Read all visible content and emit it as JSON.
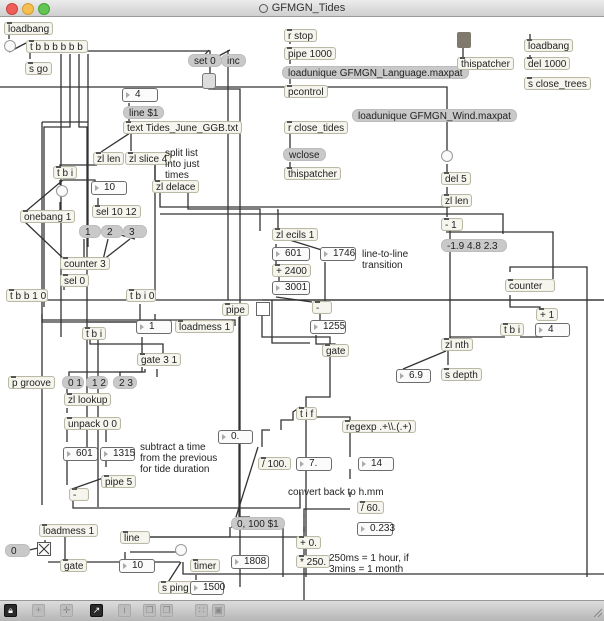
{
  "window": {
    "title": "GFMGN_Tides"
  },
  "objects": {
    "loadbang1": "loadbang",
    "tbbbbbb": "t b b b b b b",
    "sgo": "s go",
    "set0": "set 0",
    "inc": "inc",
    "num4a": "4",
    "line1": "line $1",
    "text1": "text Tides_June_GGB.txt",
    "zllen1": "zl len",
    "zlslice": "zl slice 4",
    "cmt_split": "split list\ninto just\ntimes",
    "tbi1": "t b i",
    "num10": "10",
    "zldelace": "zl delace",
    "sel1012": "sel 10 12",
    "onebang": "onebang 1",
    "msg1": "1",
    "msg2": "2",
    "msg3": "3",
    "counter3": "counter 3",
    "sel0": "sel 0",
    "tbb10": "t b b 1 0",
    "tbi0": "t b i 0",
    "pipe": "pipe",
    "tbi2": "t b i",
    "num1": "1",
    "loadmess1a": "loadmess 1",
    "gate31": "gate 3 1",
    "pgroove": "p groove",
    "msg01": "0 1",
    "msg12": "1 2",
    "msg23": "2 3",
    "zllookup": "zl lookup",
    "unpack": "unpack 0 0",
    "num601b": "601",
    "num1315": "1315",
    "cmt_sub": "subtract a time\nfrom the previous\nfor tide duration",
    "pipe5": "pipe 5",
    "minus1": "-",
    "numzero": "0.",
    "loadmess1b": "loadmess 1",
    "msg0": "0",
    "line2": "line",
    "gate1": "gate",
    "num10b": "10",
    "timer": "timer",
    "sping": "s ping",
    "num1500": "1500",
    "msg0100": "0, 100 $1",
    "num1808": "1808",
    "rstop": "r stop",
    "pipe1000": "pipe 1000",
    "loaduniqLang": "loadunique GFMGN_Language.maxpat",
    "pcontrol": "pcontrol",
    "loaduniqWind": "loadunique GFMGN_Wind.maxpat",
    "rclosetides": "r close_tides",
    "wclose": "wclose",
    "thispatcher1": "thispatcher",
    "thispatcher2": "thispatcher",
    "loadbang2": "loadbang",
    "del1000": "del 1000",
    "sclosetrees": "s close_trees",
    "del5": "del 5",
    "zllen2": "zl len",
    "minus1b": "- 1",
    "msglist": "-1.9 4.8 2.3",
    "zlecils": "zl ecils 1",
    "num601": "601",
    "num1746": "1746",
    "cmt_line": "line-to-line\ntransition",
    "plus2400": "+ 2400",
    "num3001": "3001",
    "minus2": "-",
    "num1255": "1255",
    "gate2": "gate",
    "counter": "counter",
    "plus1": "+ 1",
    "tbi3": "t b i",
    "num4b": "4",
    "zlnth": "zl nth",
    "num69": "6.9",
    "sdepth": "s depth",
    "tif": "t i f",
    "regexp": "regexp .+\\\\.(.+)",
    "div100": "/ 100.",
    "num7": "7.",
    "num14": "14",
    "cmt_convert": "convert back to h.mm",
    "div60": "/ 60.",
    "num0233": "0.233",
    "plus0": "+ 0.",
    "mul250": "* 250.",
    "cmt_250": "250ms = 1 hour, if\n3mins = 1 month"
  },
  "toolbar": {
    "buttons": [
      "lock",
      "add",
      "move",
      "presentation",
      "inspector",
      "copy",
      "paste",
      "grid",
      "snap"
    ]
  }
}
